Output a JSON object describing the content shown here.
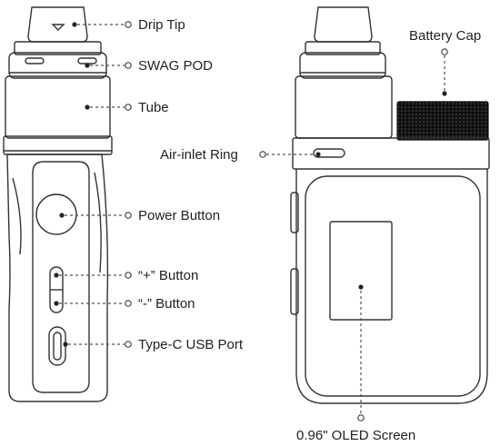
{
  "labels": {
    "drip_tip": "Drip Tip",
    "swag_pod": "SWAG POD",
    "tube": "Tube",
    "power_button": "Power Button",
    "plus_button": "“+” Button",
    "minus_button": "“-” Button",
    "usb_port": "Type-C USB Port",
    "battery_cap": "Battery Cap",
    "air_inlet_ring": "Air-inlet Ring",
    "oled_screen": "0.96\" OLED Screen"
  },
  "colors": {
    "outline": "#333333",
    "knurl": "#111111",
    "leader": "#555555",
    "text": "#222222"
  }
}
